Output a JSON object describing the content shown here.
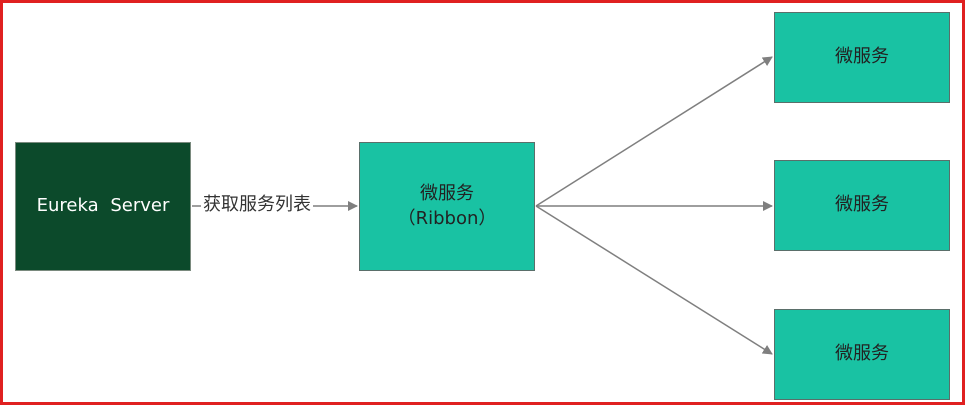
{
  "nodes": {
    "eureka": {
      "label": "Eureka Server"
    },
    "ribbon": {
      "line1": "微服务",
      "line2": "（Ribbon）"
    },
    "services": [
      "微服务",
      "微服务",
      "微服务"
    ]
  },
  "edges": {
    "fetch_label": "获取服务列表"
  },
  "colors": {
    "eureka_fill": "#0c4a2b",
    "service_fill": "#19c2a3",
    "border": "#e02020",
    "arrow": "#7f7f7f"
  }
}
